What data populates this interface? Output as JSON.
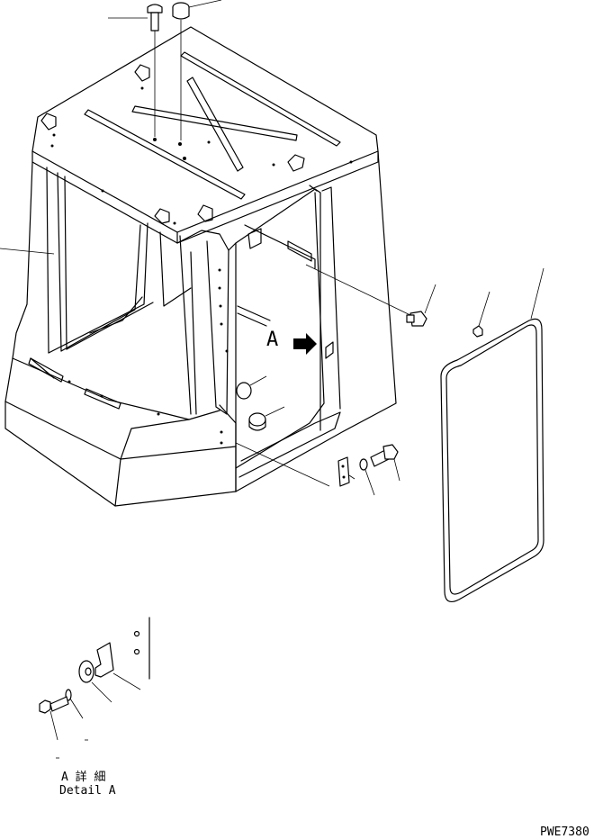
{
  "drawing": {
    "view_marker": "A",
    "detail_caption_jp": "A 詳 細",
    "detail_caption_en": "Detail A",
    "drawing_code": "PWE7380"
  }
}
